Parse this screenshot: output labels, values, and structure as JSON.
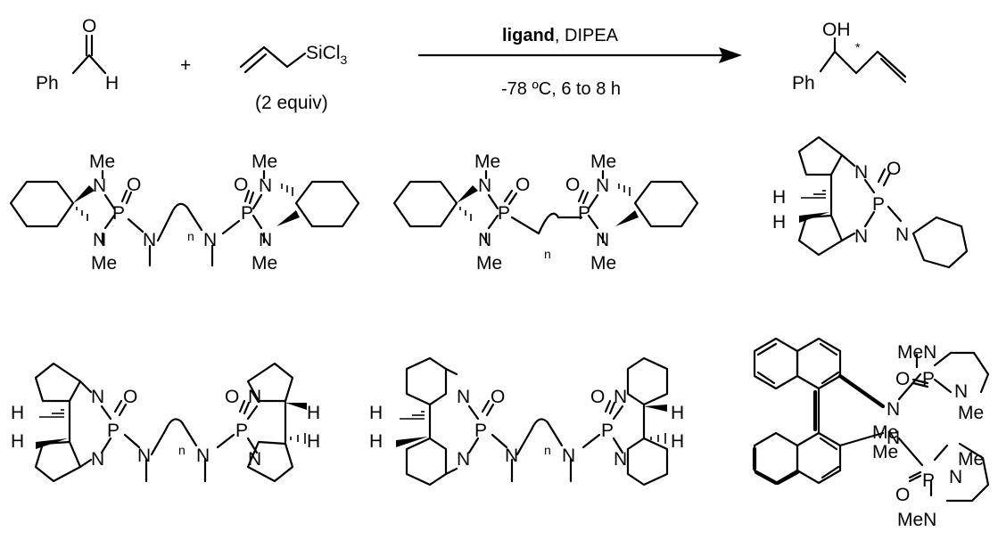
{
  "reaction": {
    "reactant_1": {
      "ph": "Ph",
      "o": "O",
      "h": "H"
    },
    "plus": "+",
    "reactant_2": {
      "sicl": "SiCl",
      "sub3": "3",
      "equiv": "(2 equiv)"
    },
    "conditions": {
      "ligand": "ligand",
      "reagent": ", DIPEA",
      "temperature_time": "-78 ºC, 6 to 8 h"
    },
    "product": {
      "oh": "OH",
      "star": "*",
      "ph": "Ph"
    }
  },
  "atoms": {
    "N": "N",
    "O": "O",
    "P": "P",
    "H": "H",
    "Me": "Me",
    "n": "n",
    "MeN": "MeN"
  }
}
